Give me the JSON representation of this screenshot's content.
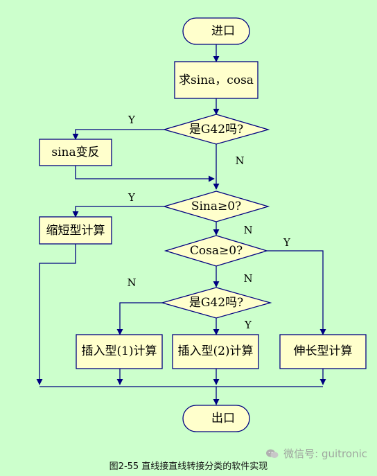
{
  "nodes": {
    "start": "进口",
    "compute": "求sina，cosa",
    "decision_g42_top": "是G42吗?",
    "sina_invert": "sina变反",
    "decision_sina": "Sina≥0?",
    "shorten": "缩短型计算",
    "decision_cosa": "Cosa≥0?",
    "decision_g42_bottom": "是G42吗?",
    "insert1": "插入型(1)计算",
    "insert2": "插入型(2)计算",
    "extend": "伸长型计算",
    "end": "出口"
  },
  "labels": {
    "g42_top_yes": "Y",
    "g42_top_no": "N",
    "sina_yes": "Y",
    "sina_no": "N",
    "cosa_yes": "Y",
    "cosa_no": "N",
    "g42_bottom_yes": "Y",
    "g42_bottom_no": "N"
  },
  "caption": "图2-55 直线接直线转接分类的软件实现",
  "watermark": "微信号: guitronic",
  "colors": {
    "background": "#ccffcc",
    "node_fill": "#ffffcc",
    "stroke": "#000080"
  }
}
